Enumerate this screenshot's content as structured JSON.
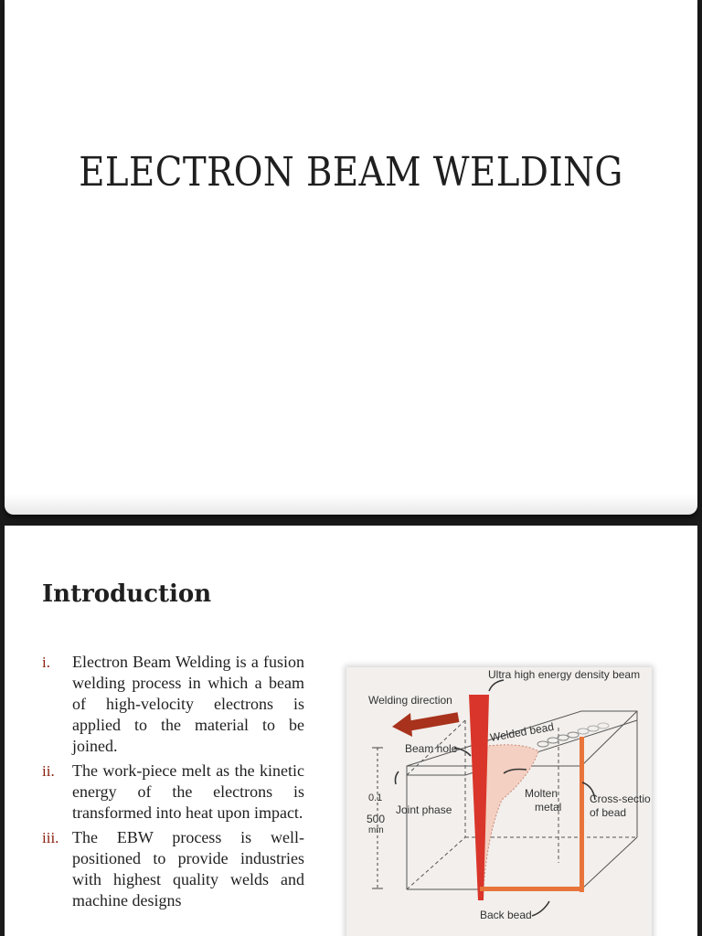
{
  "slide1": {
    "title": "ELECTRON BEAM WELDING"
  },
  "slide2": {
    "heading": "Introduction",
    "items": [
      {
        "num": "i.",
        "text": "Electron Beam Welding is a fusion welding process in which a beam of high-velocity electrons is applied to the material to be joined."
      },
      {
        "num": "ii.",
        "text": "The work-piece melt as the kinetic energy of the electrons is transformed into heat upon impact."
      },
      {
        "num": "iii.",
        "text": "The EBW process is well-positioned to provide industries with highest quality welds and machine designs"
      }
    ],
    "figure": {
      "labels": {
        "beam": "Ultra high energy density beam",
        "direction": "Welding direction",
        "welded_bead": "Welded bead",
        "beam_hole": "Beam hole",
        "dim1": "0.1",
        "dim2": "500",
        "dim3": "mm",
        "joint": "Joint phase",
        "molten1": "Molten",
        "molten2": "metal",
        "cross1": "Cross-sectio",
        "cross2": "of bead",
        "back": "Back bead"
      },
      "colors": {
        "beam": "#d9352a",
        "arrow": "#a8321c",
        "bead": "#e8743a"
      }
    }
  }
}
